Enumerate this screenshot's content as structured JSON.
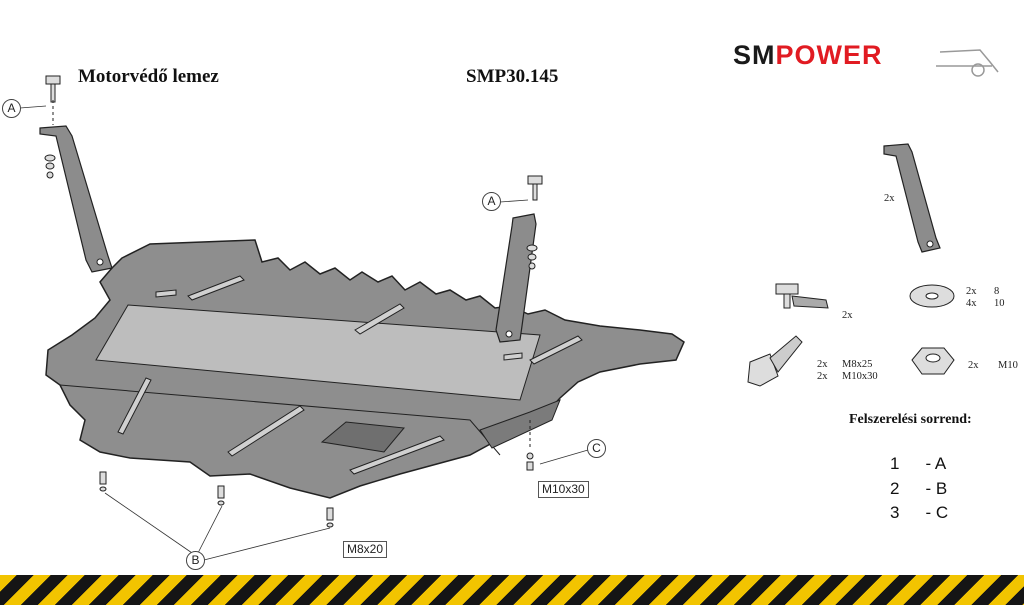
{
  "header": {
    "title_left": "Motorvédő lemez",
    "title_right": "SMP30.145",
    "brand_sm": "SM",
    "brand_power": "POWER"
  },
  "callouts": {
    "A": "A",
    "B": "B",
    "C": "C",
    "m10x30": "M10x30",
    "m8x20": "M8x20"
  },
  "parts": {
    "bracket_qty": "2x",
    "clip_qty": "2x",
    "washer_qty": [
      "2x",
      "4x"
    ],
    "washer_size": [
      "8",
      "10"
    ],
    "bolt_qty": [
      "2x",
      "2x"
    ],
    "bolt_size": [
      "M8x25",
      "M10x30"
    ],
    "nut_qty": "2x",
    "nut_size": "M10"
  },
  "order": {
    "title": "Felszerelési sorrend:",
    "rows": [
      {
        "num": "1",
        "letter": "- A"
      },
      {
        "num": "2",
        "letter": "- B"
      },
      {
        "num": "3",
        "letter": "- C"
      }
    ]
  },
  "colors": {
    "plate": "#8e8e8e",
    "plate_light": "#bdbdbd",
    "brand_red": "#e11b22",
    "stripe_yellow": "#f2c400",
    "stripe_black": "#151515"
  }
}
